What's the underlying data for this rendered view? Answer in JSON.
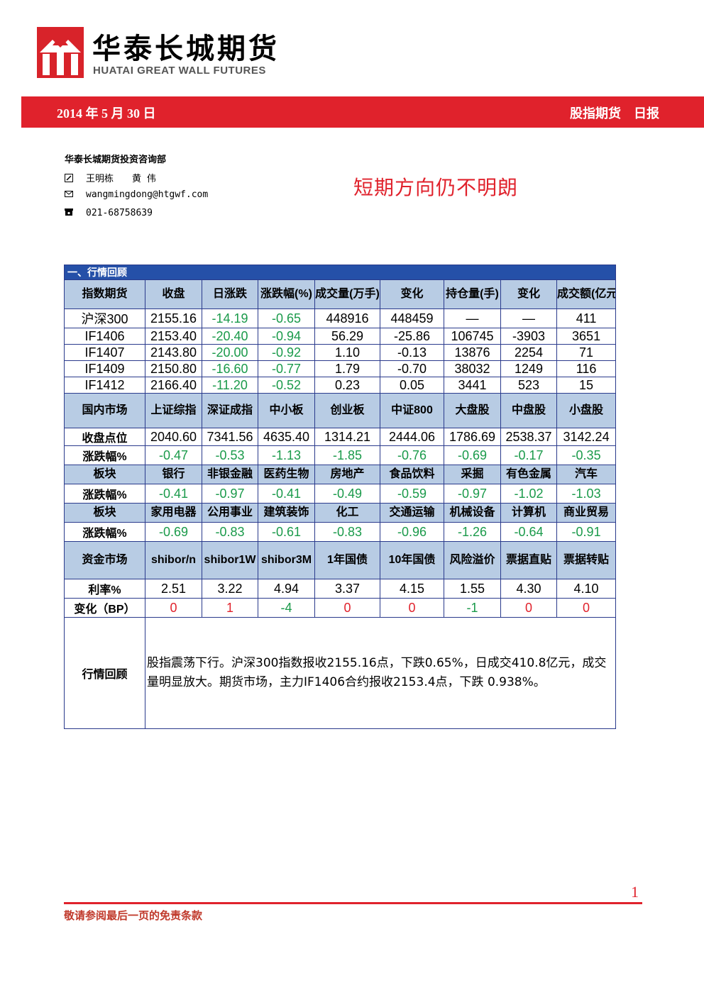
{
  "brand": {
    "name_cn": "华泰长城期货",
    "name_en": "HUATAI GREAT WALL FUTURES",
    "color": "#d8232a"
  },
  "header": {
    "date": "2014 年 5 月 30 日",
    "category": "股指期货　日报"
  },
  "author": {
    "department": "华泰长城期货投资咨询部",
    "names": "王明栋　　黄 伟",
    "email": "wangmingdong@htgwf.com",
    "phone": "021-68758639"
  },
  "headline": "短期方向仍不明朗",
  "table": {
    "section_title": "一、行情回顾",
    "futures_headers": [
      "指数期货",
      "收盘",
      "日涨跌",
      "涨跌幅(%)",
      "成交量(万手)",
      "变化",
      "持仓量(手)",
      "变化",
      "成交额(亿元)"
    ],
    "futures_rows": [
      {
        "name": "沪深300",
        "close": "2155.16",
        "chg": "-14.19",
        "pct": "-0.65",
        "vol": "448916",
        "vol_chg": "448459",
        "oi": "—",
        "oi_chg": "—",
        "amt": "411"
      },
      {
        "name": "IF1406",
        "close": "2153.40",
        "chg": "-20.40",
        "pct": "-0.94",
        "vol": "56.29",
        "vol_chg": "-25.86",
        "oi": "106745",
        "oi_chg": "-3903",
        "amt": "3651"
      },
      {
        "name": "IF1407",
        "close": "2143.80",
        "chg": "-20.00",
        "pct": "-0.92",
        "vol": "1.10",
        "vol_chg": "-0.13",
        "oi": "13876",
        "oi_chg": "2254",
        "amt": "71"
      },
      {
        "name": "IF1409",
        "close": "2150.80",
        "chg": "-16.60",
        "pct": "-0.77",
        "vol": "1.79",
        "vol_chg": "-0.70",
        "oi": "38032",
        "oi_chg": "1249",
        "amt": "116"
      },
      {
        "name": "IF1412",
        "close": "2166.40",
        "chg": "-11.20",
        "pct": "-0.52",
        "vol": "0.23",
        "vol_chg": "0.05",
        "oi": "3441",
        "oi_chg": "523",
        "amt": "15"
      }
    ],
    "domestic_headers": [
      "国内市场",
      "上证综指",
      "深证成指",
      "中小板",
      "创业板",
      "中证800",
      "大盘股",
      "中盘股",
      "小盘股"
    ],
    "domestic_close_label": "收盘点位",
    "domestic_close": [
      "2040.60",
      "7341.56",
      "4635.40",
      "1314.21",
      "2444.06",
      "1786.69",
      "2538.37",
      "3142.24"
    ],
    "domestic_pct_label": "涨跌幅%",
    "domestic_pct": [
      "-0.47",
      "-0.53",
      "-1.13",
      "-1.85",
      "-0.76",
      "-0.69",
      "-0.17",
      "-0.35"
    ],
    "sector1_label": "板块",
    "sector1": [
      "银行",
      "非银金融",
      "医药生物",
      "房地产",
      "食品饮料",
      "采掘",
      "有色金属",
      "汽车"
    ],
    "sector1_pct_label": "涨跌幅%",
    "sector1_pct": [
      "-0.41",
      "-0.97",
      "-0.41",
      "-0.49",
      "-0.59",
      "-0.97",
      "-1.02",
      "-1.03"
    ],
    "sector2_label": "板块",
    "sector2": [
      "家用电器",
      "公用事业",
      "建筑装饰",
      "化工",
      "交通运输",
      "机械设备",
      "计算机",
      "商业贸易"
    ],
    "sector2_pct_label": "涨跌幅%",
    "sector2_pct": [
      "-0.69",
      "-0.83",
      "-0.61",
      "-0.83",
      "-0.96",
      "-1.26",
      "-0.64",
      "-0.91"
    ],
    "money_headers": [
      "资金市场",
      "shibor/n",
      "shibor1W",
      "shibor3M",
      "1年国债",
      "10年国债",
      "风险溢价",
      "票据直贴",
      "票据转贴"
    ],
    "rate_label": "利率%",
    "rates": [
      "2.51",
      "3.22",
      "4.94",
      "3.37",
      "4.15",
      "1.55",
      "4.30",
      "4.10"
    ],
    "bp_label": "变化（BP）",
    "bp": [
      "0",
      "1",
      "-4",
      "0",
      "0",
      "-1",
      "0",
      "0"
    ],
    "review_label": "行情回顾",
    "review_text": "股指震荡下行。沪深300指数报收2155.16点，下跌0.65%，日成交410.8亿元，成交量明显放大。期货市场，主力IF1406合约报收2153.4点，下跌 0.938%。"
  },
  "footer": {
    "page_number": "1",
    "disclaimer": "敬请参阅最后一页的免责条款"
  }
}
